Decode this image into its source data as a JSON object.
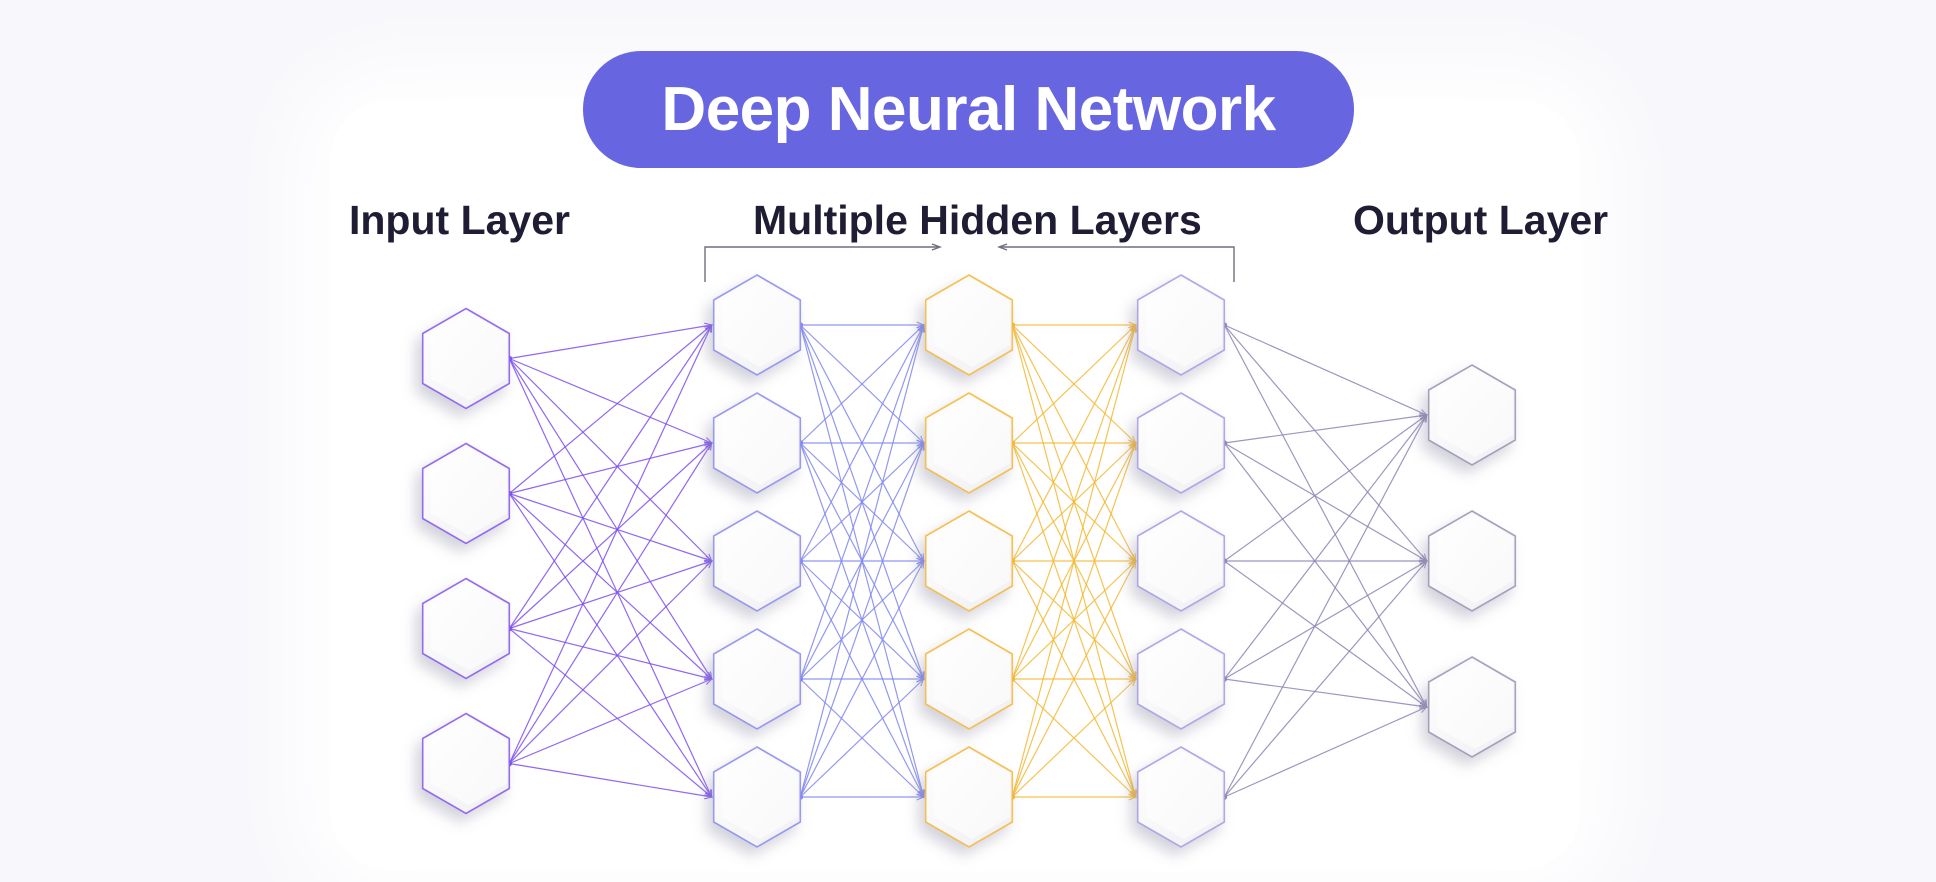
{
  "title": "Deep Neural Network",
  "labels": {
    "input": "Input Layer",
    "hidden": "Multiple Hidden Layers",
    "output": "Output Layer"
  },
  "network": {
    "layers": [
      {
        "role": "input",
        "nodes": 4,
        "color": "#8a5cf0"
      },
      {
        "role": "hidden",
        "nodes": 5,
        "color": "#8f8ff0"
      },
      {
        "role": "hidden",
        "nodes": 5,
        "color": "#f6b93a"
      },
      {
        "role": "hidden",
        "nodes": 5,
        "color": "#a79ee6"
      },
      {
        "role": "output",
        "nodes": 3,
        "color": "#9d97b8"
      }
    ],
    "edge_colors": [
      "#7c4ef0",
      "#7f86ee",
      "#f5b832",
      "#8b85b3"
    ],
    "accent": "#6766e0"
  }
}
